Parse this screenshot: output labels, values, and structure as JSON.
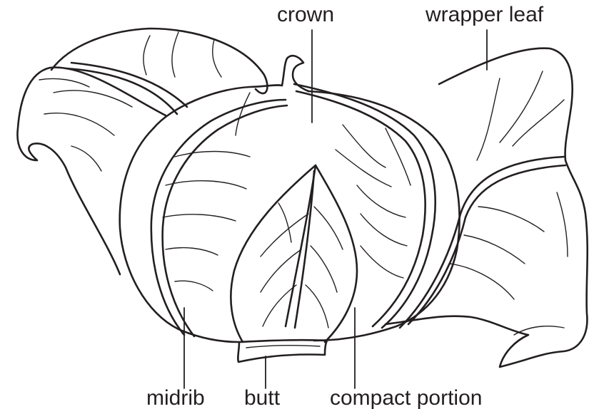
{
  "labels": {
    "crown": "crown",
    "wrapper_leaf": "wrapper leaf",
    "midrib": "midrib",
    "butt": "butt",
    "compact_portion": "compact portion"
  },
  "colors": {
    "ink": "#231f20",
    "background": "#ffffff"
  }
}
